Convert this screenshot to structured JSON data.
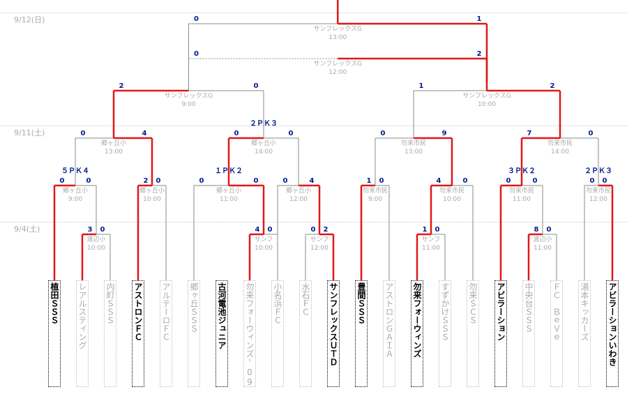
{
  "dates": {
    "d1": "9/12(日)",
    "d2": "9/11(土)",
    "d3": "9/4(土)"
  },
  "teams": [
    {
      "name": "植田ＳＳＳ",
      "won": true
    },
    {
      "name": "レアルスティング",
      "won": false
    },
    {
      "name": "内町ＳＳＳ",
      "won": false
    },
    {
      "name": "アストロンＦＣ",
      "won": true
    },
    {
      "name": "アルテーロＦＣ",
      "won": false
    },
    {
      "name": "郷ヶ丘ＳＳＳ",
      "won": false
    },
    {
      "name": "古河電池ジュニア",
      "won": true
    },
    {
      "name": "勿来フォーウィンズ'09",
      "won": false
    },
    {
      "name": "小名浜ＦＣ",
      "won": false
    },
    {
      "name": "水石ＦＣ",
      "won": false
    },
    {
      "name": "サンフレックスＵＴＤ",
      "won": true
    },
    {
      "name": "豊間ＳＳＳ",
      "won": true
    },
    {
      "name": "アストロンＧＡＩＡ",
      "won": false
    },
    {
      "name": "勿来フォーウィンズ",
      "won": true
    },
    {
      "name": "すずかけＳＳＳ",
      "won": false
    },
    {
      "name": "勿来ＳＣＳ",
      "won": false
    },
    {
      "name": "アビラーション",
      "won": true
    },
    {
      "name": "中央台ＳＳＳ",
      "won": false
    },
    {
      "name": "ＦＣ　ＢｅＶｅ",
      "won": false
    },
    {
      "name": "湯本キッカーズ",
      "won": false
    },
    {
      "name": "アビラーションいわき",
      "won": true
    }
  ],
  "matches": [
    {
      "venue": "渡辺小",
      "time": "10:00",
      "s1": "3",
      "s2": "0",
      "pk": ""
    },
    {
      "venue": "サンフ",
      "time": "10:00",
      "s1": "4",
      "s2": "0",
      "pk": ""
    },
    {
      "venue": "サンフ",
      "time": "12:00",
      "s1": "0",
      "s2": "2",
      "pk": ""
    },
    {
      "venue": "サンフ",
      "time": "11:00",
      "s1": "1",
      "s2": "0",
      "pk": ""
    },
    {
      "venue": "渡辺小",
      "time": "11:00",
      "s1": "8",
      "s2": "0",
      "pk": ""
    },
    {
      "venue": "郷ヶ丘小",
      "time": "9:00",
      "s1": "0",
      "s2": "0",
      "pk": "５ＰＫ４"
    },
    {
      "venue": "郷ヶ丘小",
      "time": "10:00",
      "s1": "2",
      "s2": "0",
      "pk": ""
    },
    {
      "venue": "郷ヶ丘小",
      "time": "11:00",
      "s1": "0",
      "s2": "0",
      "pk": "１ＰＫ２"
    },
    {
      "venue": "郷ヶ丘小",
      "time": "12:00",
      "s1": "0",
      "s2": "4",
      "pk": ""
    },
    {
      "venue": "勿来市民",
      "time": "9:00",
      "s1": "1",
      "s2": "0",
      "pk": ""
    },
    {
      "venue": "勿来市民",
      "time": "10:00",
      "s1": "4",
      "s2": "0",
      "pk": ""
    },
    {
      "venue": "勿来市民",
      "time": "11:00",
      "s1": "0",
      "s2": "0",
      "pk": "３ＰＫ２"
    },
    {
      "venue": "勿来市民",
      "time": "12:00",
      "s1": "0",
      "s2": "0",
      "pk": "２ＰＫ３"
    },
    {
      "venue": "郷ヶ丘小",
      "time": "13:00",
      "s1": "0",
      "s2": "4",
      "pk": ""
    },
    {
      "venue": "郷ヶ丘小",
      "time": "14:00",
      "s1": "0",
      "s2": "0",
      "pk": "２ＰＫ３"
    },
    {
      "venue": "勿来市民",
      "time": "13:00",
      "s1": "0",
      "s2": "9",
      "pk": ""
    },
    {
      "venue": "勿来市民",
      "time": "14:00",
      "s1": "7",
      "s2": "0",
      "pk": ""
    },
    {
      "venue": "サンフレックスG",
      "time": "9:00",
      "s1": "2",
      "s2": "0",
      "pk": ""
    },
    {
      "venue": "サンフレックスG",
      "time": "10:00",
      "s1": "1",
      "s2": "2",
      "pk": ""
    },
    {
      "venue": "サンフレックスG",
      "time": "13:00",
      "s1": "0",
      "s2": "1",
      "pk": ""
    },
    {
      "venue": "サンフレックスG",
      "time": "12:00",
      "s1": "0",
      "s2": "2",
      "pk": ""
    }
  ]
}
